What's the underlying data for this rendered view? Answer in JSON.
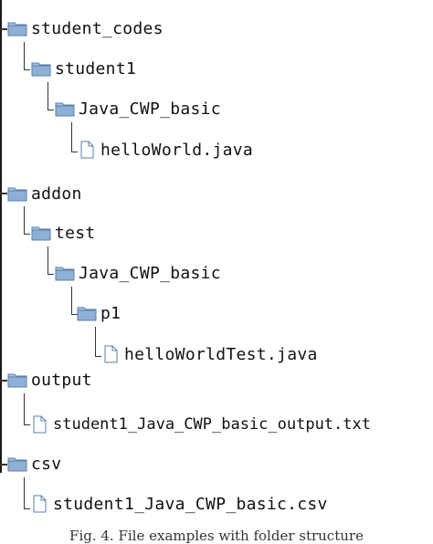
{
  "tree": {
    "student_codes": "student_codes",
    "student1": "student1",
    "java_cwp_basic_1": "Java_CWP_basic",
    "hello_world": "helloWorld.java",
    "addon": "addon",
    "test": "test",
    "java_cwp_basic_2": "Java_CWP_basic",
    "p1": "p1",
    "hello_world_test": "helloWorldTest.java",
    "output": "output",
    "output_file": "student1_Java_CWP_basic_output.txt",
    "csv": "csv",
    "csv_file": "student1_Java_CWP_basic.csv"
  },
  "caption": "Fig. 4. File examples with folder structure",
  "icons": {
    "folder": "folder-icon",
    "file": "file-icon"
  },
  "colors": {
    "folder_body": "#8fb0d4",
    "folder_edge": "#5a7fa8",
    "file_body": "#ffffff",
    "file_edge": "#5a7fa8"
  }
}
